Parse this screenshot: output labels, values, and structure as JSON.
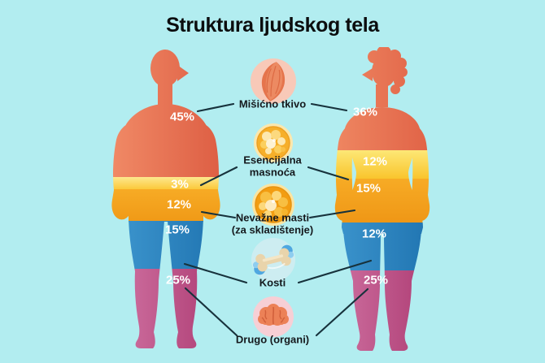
{
  "title": "Struktura ljudskog tela",
  "colors": {
    "background": "#b2edf0",
    "muscle_band": "#e5664a",
    "essential_fat_band": "#fbd23c",
    "storage_fat_band": "#f5a21f",
    "bone_band": "#2c85c2",
    "other_band": "#bb4a82",
    "leader_line": "#17323c",
    "title_text": "#0b0d0e",
    "label_text": "#15191d",
    "pct_text": "#ffffff",
    "muscle_icon_bg": "#f8c9b8",
    "fat_icon_bg": "#fbe7ad",
    "bone_icon_bg": "#cdedf1",
    "brain_icon_bg": "#f7cfd5"
  },
  "center_items": [
    {
      "icon": "muscle-icon",
      "label": "Mišićno tkivo"
    },
    {
      "icon": "fat-cell-icon",
      "label": "Esencijalna\nmasnoća"
    },
    {
      "icon": "fat-storage-icon",
      "label": "Nevažne masti\n(za skladištenje)"
    },
    {
      "icon": "bone-icon",
      "label": "Kosti"
    },
    {
      "icon": "brain-icon",
      "label": "Drugo (organi)"
    }
  ],
  "figures": {
    "male": {
      "bands": [
        {
          "name": "Mišićno tkivo",
          "pct": "45%",
          "color": "#e5664a"
        },
        {
          "name": "Esencijalna masnoća",
          "pct": "3%",
          "color": "#fbd23c"
        },
        {
          "name": "Nevažne masti (za skladištenje)",
          "pct": "12%",
          "color": "#f5a21f"
        },
        {
          "name": "Kosti",
          "pct": "15%",
          "color": "#2c85c2"
        },
        {
          "name": "Drugo (organi)",
          "pct": "25%",
          "color": "#bb4a82"
        }
      ]
    },
    "female": {
      "bands": [
        {
          "name": "Mišićno tkivo",
          "pct": "36%",
          "color": "#e5664a"
        },
        {
          "name": "Esencijalna masnoća",
          "pct": "12%",
          "color": "#fbd23c"
        },
        {
          "name": "Nevažne masti (za skladištenje)",
          "pct": "15%",
          "color": "#f5a21f"
        },
        {
          "name": "Kosti",
          "pct": "12%",
          "color": "#2c85c2"
        },
        {
          "name": "Drugo (organi)",
          "pct": "25%",
          "color": "#bb4a82"
        }
      ]
    }
  },
  "chart_data": {
    "type": "bar",
    "variant": "stacked body-composition pictogram, two human silhouettes (left male, right female) split into colored % bands",
    "title": "Struktura ljudskog tela",
    "unit": "%",
    "categories": [
      "Mišićno tkivo",
      "Esencijalna masnoća",
      "Nevažne masti (za skladištenje)",
      "Kosti",
      "Drugo (organi)"
    ],
    "series": [
      {
        "name": "left-male-figure",
        "values": [
          45,
          3,
          12,
          15,
          25
        ]
      },
      {
        "name": "right-female-figure",
        "values": [
          36,
          12,
          15,
          12,
          25
        ]
      }
    ],
    "legend_position": "center column with icons",
    "band_colors": [
      "#e5664a",
      "#fbd23c",
      "#f5a21f",
      "#2c85c2",
      "#bb4a82"
    ]
  }
}
